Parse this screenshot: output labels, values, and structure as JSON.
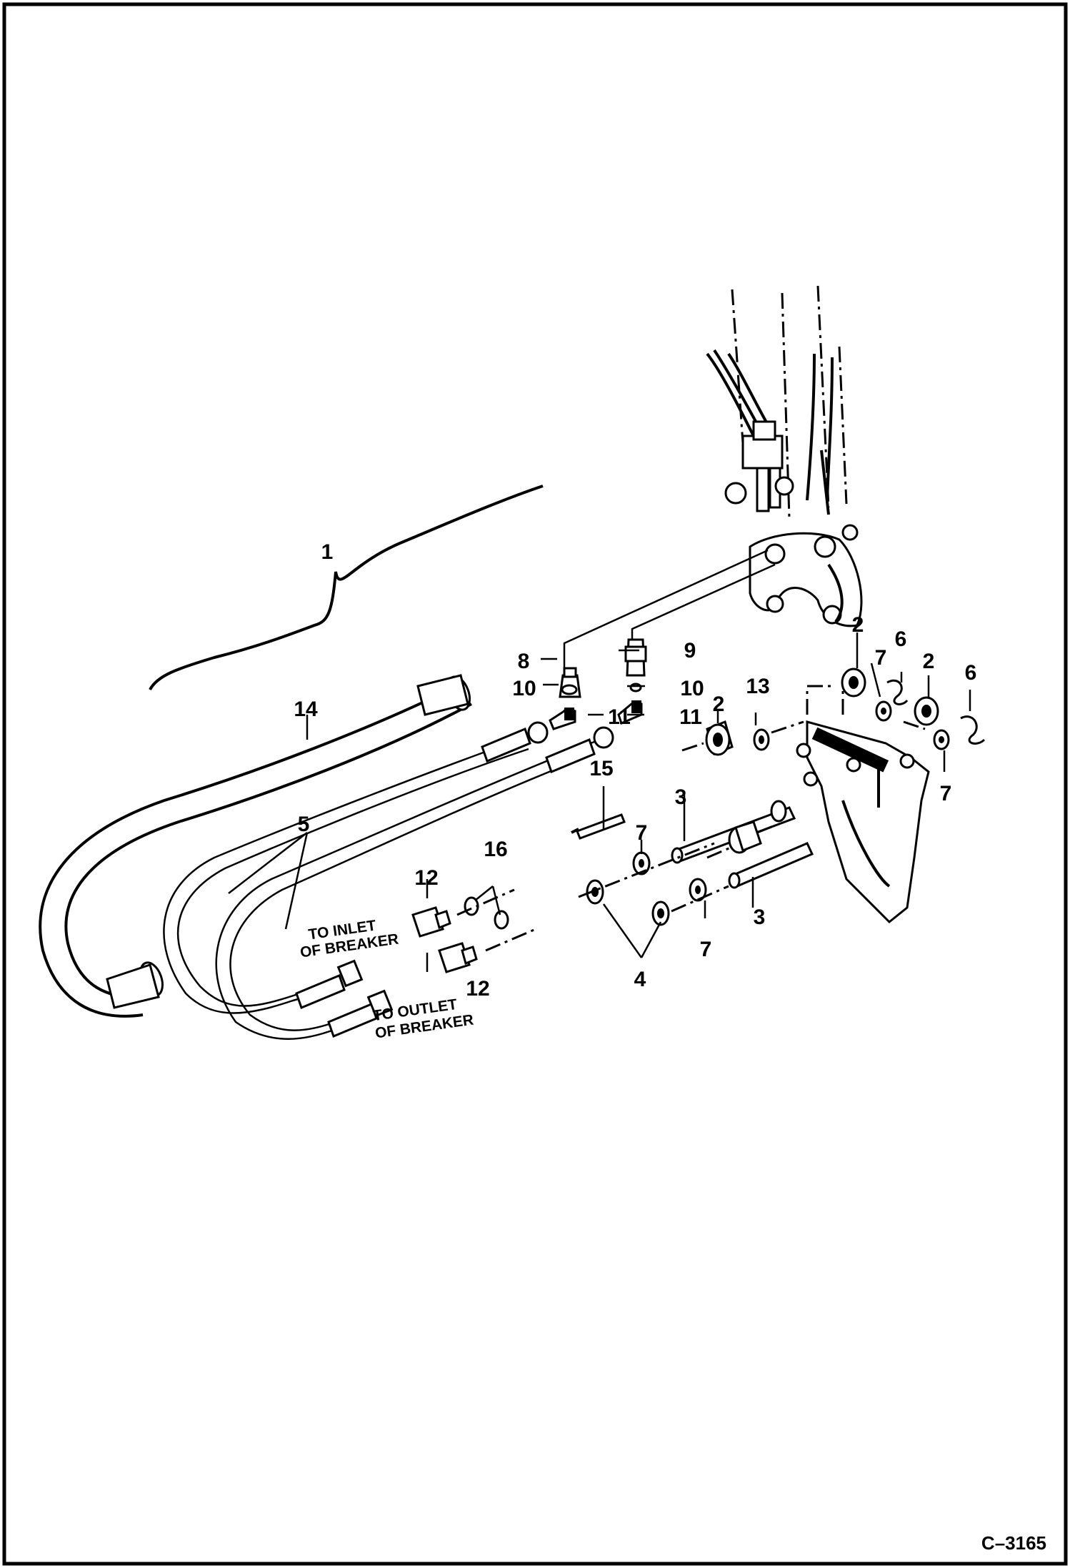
{
  "figure_code": "C–3165",
  "notes": {
    "to_inlet_line1": "TO INLET",
    "to_inlet_line2": "OF BREAKER",
    "to_outlet_line1": "TO OUTLET",
    "to_outlet_line2": "OF BREAKER"
  },
  "callouts": {
    "c1": "1",
    "c2a": "2",
    "c2b": "2",
    "c2c": "2",
    "c3a": "3",
    "c3b": "3",
    "c4": "4",
    "c5": "5",
    "c6a": "6",
    "c6b": "6",
    "c7a": "7",
    "c7b": "7",
    "c7c": "7",
    "c7d": "7",
    "c8": "8",
    "c9": "9",
    "c10a": "10",
    "c10b": "10",
    "c11a": "11",
    "c11b": "11",
    "c12a": "12",
    "c12b": "12",
    "c13": "13",
    "c14": "14",
    "c15": "15",
    "c16": "16"
  }
}
